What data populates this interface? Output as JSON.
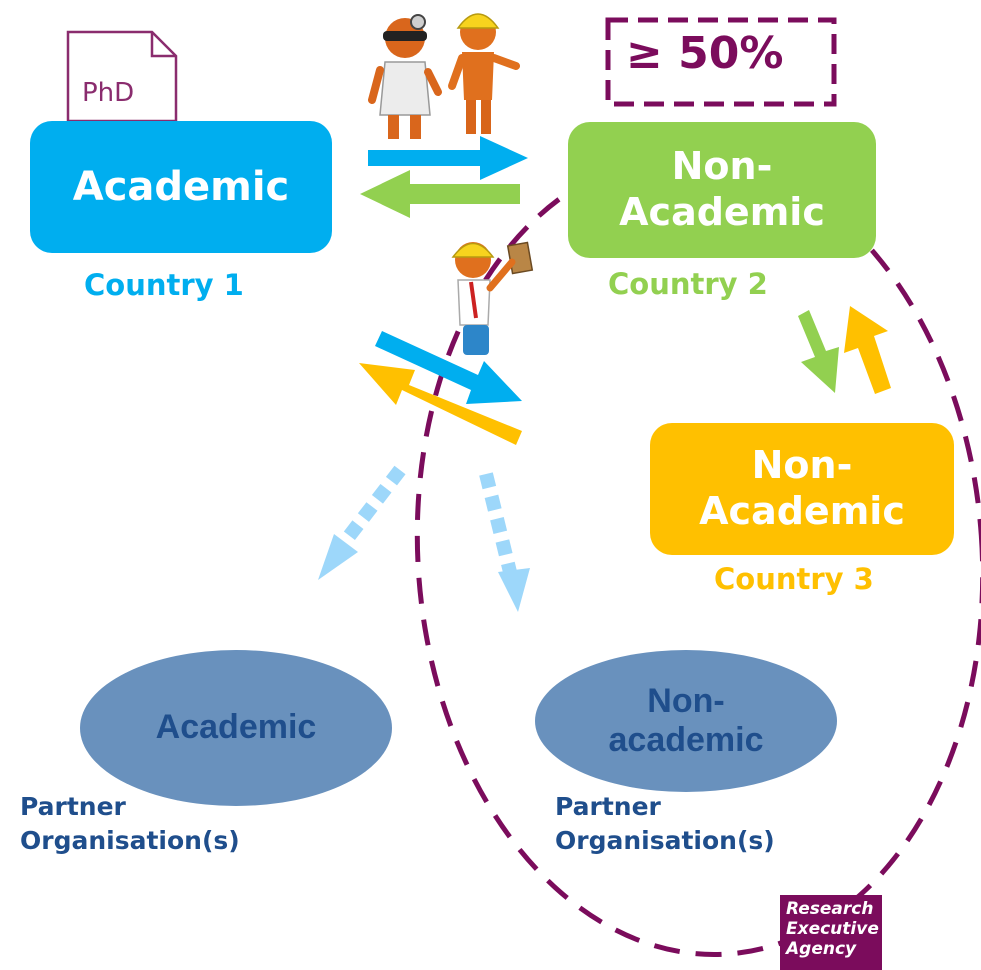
{
  "boxes": {
    "academic_country1": {
      "label": "Academic",
      "country": "Country 1",
      "color": "#00aeef"
    },
    "nonacademic_country2": {
      "label_line1": "Non-",
      "label_line2": "Academic",
      "country": "Country 2",
      "color": "#92d050"
    },
    "nonacademic_country3": {
      "label_line1": "Non-",
      "label_line2": "Academic",
      "country": "Country 3",
      "color": "#ffc000"
    }
  },
  "document_icon": {
    "label": "PhD",
    "icon": "document-icon"
  },
  "threshold": {
    "label": "≥ 50%",
    "color": "#7b0c5c"
  },
  "partners": {
    "academic": {
      "label": "Academic",
      "caption_line1": "Partner",
      "caption_line2": "Organisation(s)"
    },
    "non_academic": {
      "label_line1": "Non-",
      "label_line2": "academic",
      "caption_line1": "Partner",
      "caption_line2": "Organisation(s)"
    }
  },
  "logo": {
    "line1": "Research",
    "line2": "Executive",
    "line3": "Agency",
    "color": "#7b0c5c"
  },
  "figures": [
    "doctor-figure",
    "construction-worker-figure",
    "inspector-figure"
  ],
  "colors": {
    "blue": "#00aeef",
    "green": "#92d050",
    "yellow": "#ffc000",
    "partner_fill": "#6991bd",
    "partner_text": "#1f4e8c",
    "dashed": "#7b0c5c",
    "light_blue": "#9dd7fa"
  }
}
